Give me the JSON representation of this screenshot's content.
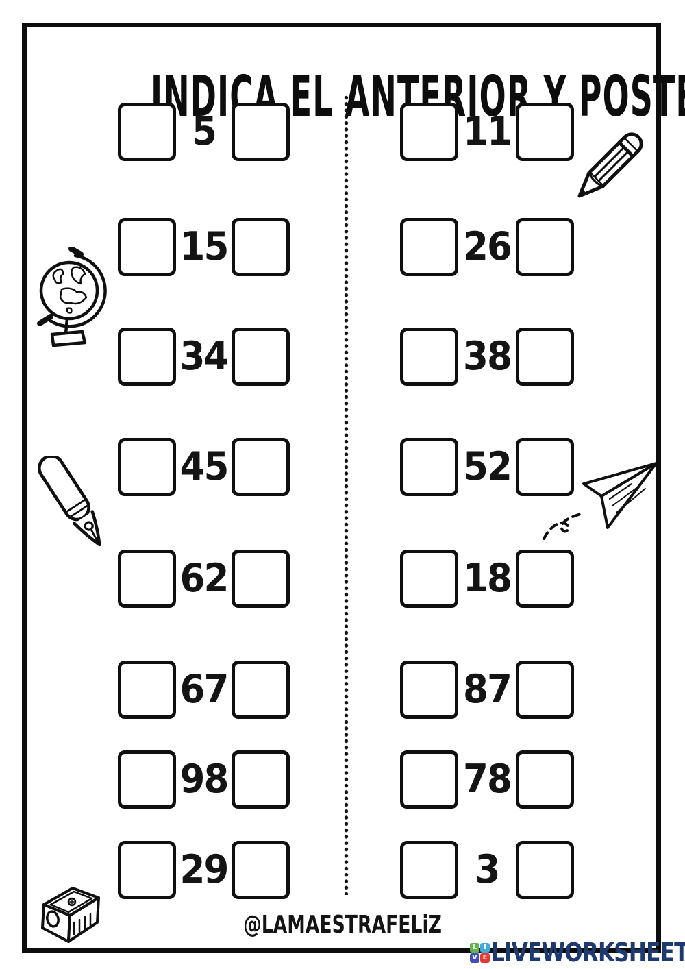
{
  "page": {
    "title": "INDICA EL ANTERIOR Y POSTERIOR",
    "credit": "@LAMAESTRAFELiZ"
  },
  "worksheet": {
    "columns": [
      {
        "side": "left",
        "rows": [
          {
            "number": "5",
            "anterior": "",
            "posterior": ""
          },
          {
            "number": "15",
            "anterior": "",
            "posterior": ""
          },
          {
            "number": "34",
            "anterior": "",
            "posterior": ""
          },
          {
            "number": "45",
            "anterior": "",
            "posterior": ""
          },
          {
            "number": "62",
            "anterior": "",
            "posterior": ""
          },
          {
            "number": "67",
            "anterior": "",
            "posterior": ""
          },
          {
            "number": "98",
            "anterior": "",
            "posterior": ""
          },
          {
            "number": "29",
            "anterior": "",
            "posterior": ""
          }
        ]
      },
      {
        "side": "right",
        "rows": [
          {
            "number": "11",
            "anterior": "",
            "posterior": ""
          },
          {
            "number": "26",
            "anterior": "",
            "posterior": ""
          },
          {
            "number": "38",
            "anterior": "",
            "posterior": ""
          },
          {
            "number": "52",
            "anterior": "",
            "posterior": ""
          },
          {
            "number": "18",
            "anterior": "",
            "posterior": ""
          },
          {
            "number": "87",
            "anterior": "",
            "posterior": ""
          },
          {
            "number": "78",
            "anterior": "",
            "posterior": ""
          },
          {
            "number": "3",
            "anterior": "",
            "posterior": ""
          }
        ]
      }
    ]
  },
  "decorations": {
    "divider": "dotted-vertical-line",
    "icons": [
      "pencil-icon",
      "globe-icon",
      "fountain-pen-icon",
      "paper-plane-icon",
      "pencil-sharpener-icon"
    ]
  },
  "branding": {
    "logo_text": "LIVEWORKSHEETS",
    "logo_text_color": "#1d3a70",
    "logo_squares": [
      {
        "letter": "L",
        "color": "#62b54c"
      },
      {
        "letter": "I",
        "color": "#3fa9e0"
      },
      {
        "letter": "V",
        "color": "#4150b5"
      },
      {
        "letter": "E",
        "color": "#e23b36"
      }
    ]
  },
  "colors": {
    "ink": "#101010",
    "paper": "#ffffff"
  }
}
